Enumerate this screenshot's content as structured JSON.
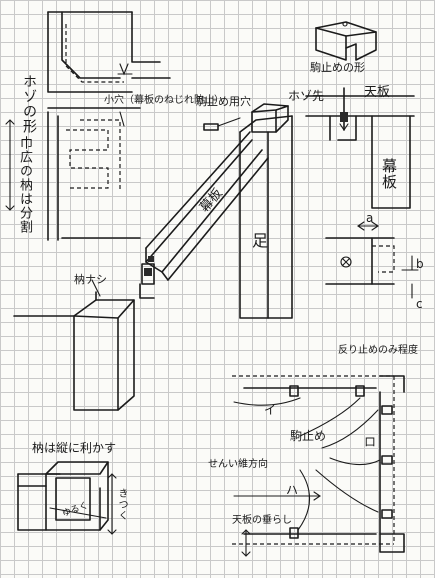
{
  "labels": {
    "hozo_shape": "ホゾの形",
    "small_hole": "小穴（幕板のねじれ防止）",
    "stopper_hole": "駒止め用穴",
    "hozo_top": "ホゾ先",
    "stopper_shape": "駒止めの形",
    "tenban": "天板",
    "makuita_right": "幕板",
    "makuita_beam": "幕板",
    "ashi": "足",
    "hozo_split": "巾広の枘は分割",
    "hozo_tip": "枘ナシ",
    "grain_rule": "枘は縦に利かす",
    "kitsuku": "きつく",
    "yuruku": "ゆるく",
    "dim_a": "a",
    "dim_b": "b",
    "dim_c": "c",
    "warp_only": "反り止めのみ程度",
    "stopper_plan": "駒止め",
    "i": "イ",
    "ro": "ロ",
    "ha": "ハ",
    "grain_direction": "せんい維方向",
    "board_edge": "天板の垂らし"
  },
  "colors": {
    "ink": "#1b1b1b",
    "paper": "#fbfbf8",
    "grid": "#c9c9c9"
  }
}
